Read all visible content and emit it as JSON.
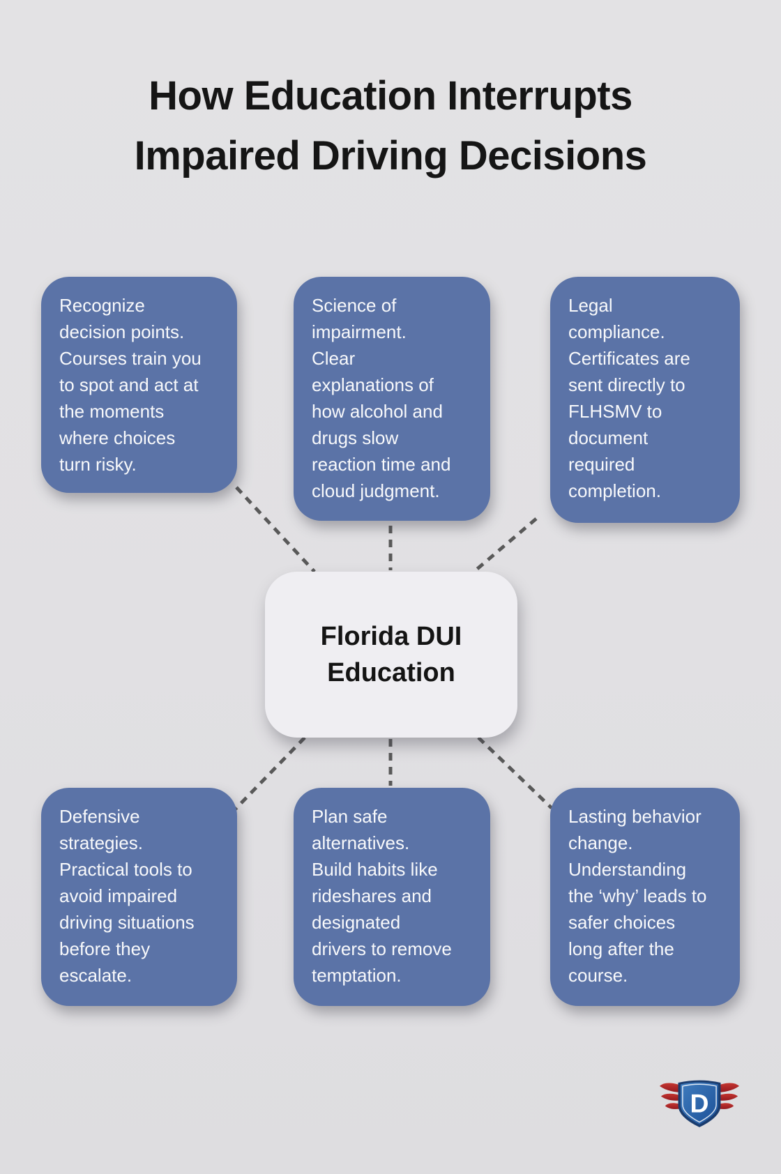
{
  "title": {
    "line1": "How Education Interrupts",
    "line2": "Impaired Driving Decisions"
  },
  "center": {
    "label": "Florida DUI\nEducation"
  },
  "branches": [
    {
      "id": "decision-points",
      "text": "Recognize\ndecision points.\nCourses train you\nto spot and act at\nthe moments\nwhere choices\nturn risky."
    },
    {
      "id": "science-of-impairment",
      "text": "Science of\nimpairment.\nClear\nexplanations of\nhow alcohol and\ndrugs slow\nreaction time and\ncloud judgment."
    },
    {
      "id": "legal-compliance",
      "text": "Legal\ncompliance.\nCertificates are\nsent directly to\nFLHSMV to\ndocument\nrequired\ncompletion."
    },
    {
      "id": "defensive-strategies",
      "text": "Defensive\nstrategies.\nPractical tools to\navoid impaired\ndriving situations\nbefore they\nescalate."
    },
    {
      "id": "safe-alternatives",
      "text": "Plan safe\nalternatives.\nBuild habits like\nrideshares and\ndesignated\ndrivers to remove\ntemptation."
    },
    {
      "id": "behavior-change",
      "text": "Lasting behavior\nchange.\nUnderstanding\nthe ‘why’ leads to\nsafer choices\nlong after the\ncourse."
    }
  ],
  "logo": {
    "letter": "D",
    "description": "shield-with-wings"
  },
  "colors": {
    "background": "#e1e0e3",
    "branch_card": "#5b73a7",
    "branch_text": "#f8f9fb",
    "center_card": "#efeef2",
    "title_text": "#151515",
    "connector": "#595959",
    "logo_shield_blue": "#2a62a8",
    "logo_shield_border": "#1a3c6e",
    "logo_wing_red": "#b12026"
  }
}
